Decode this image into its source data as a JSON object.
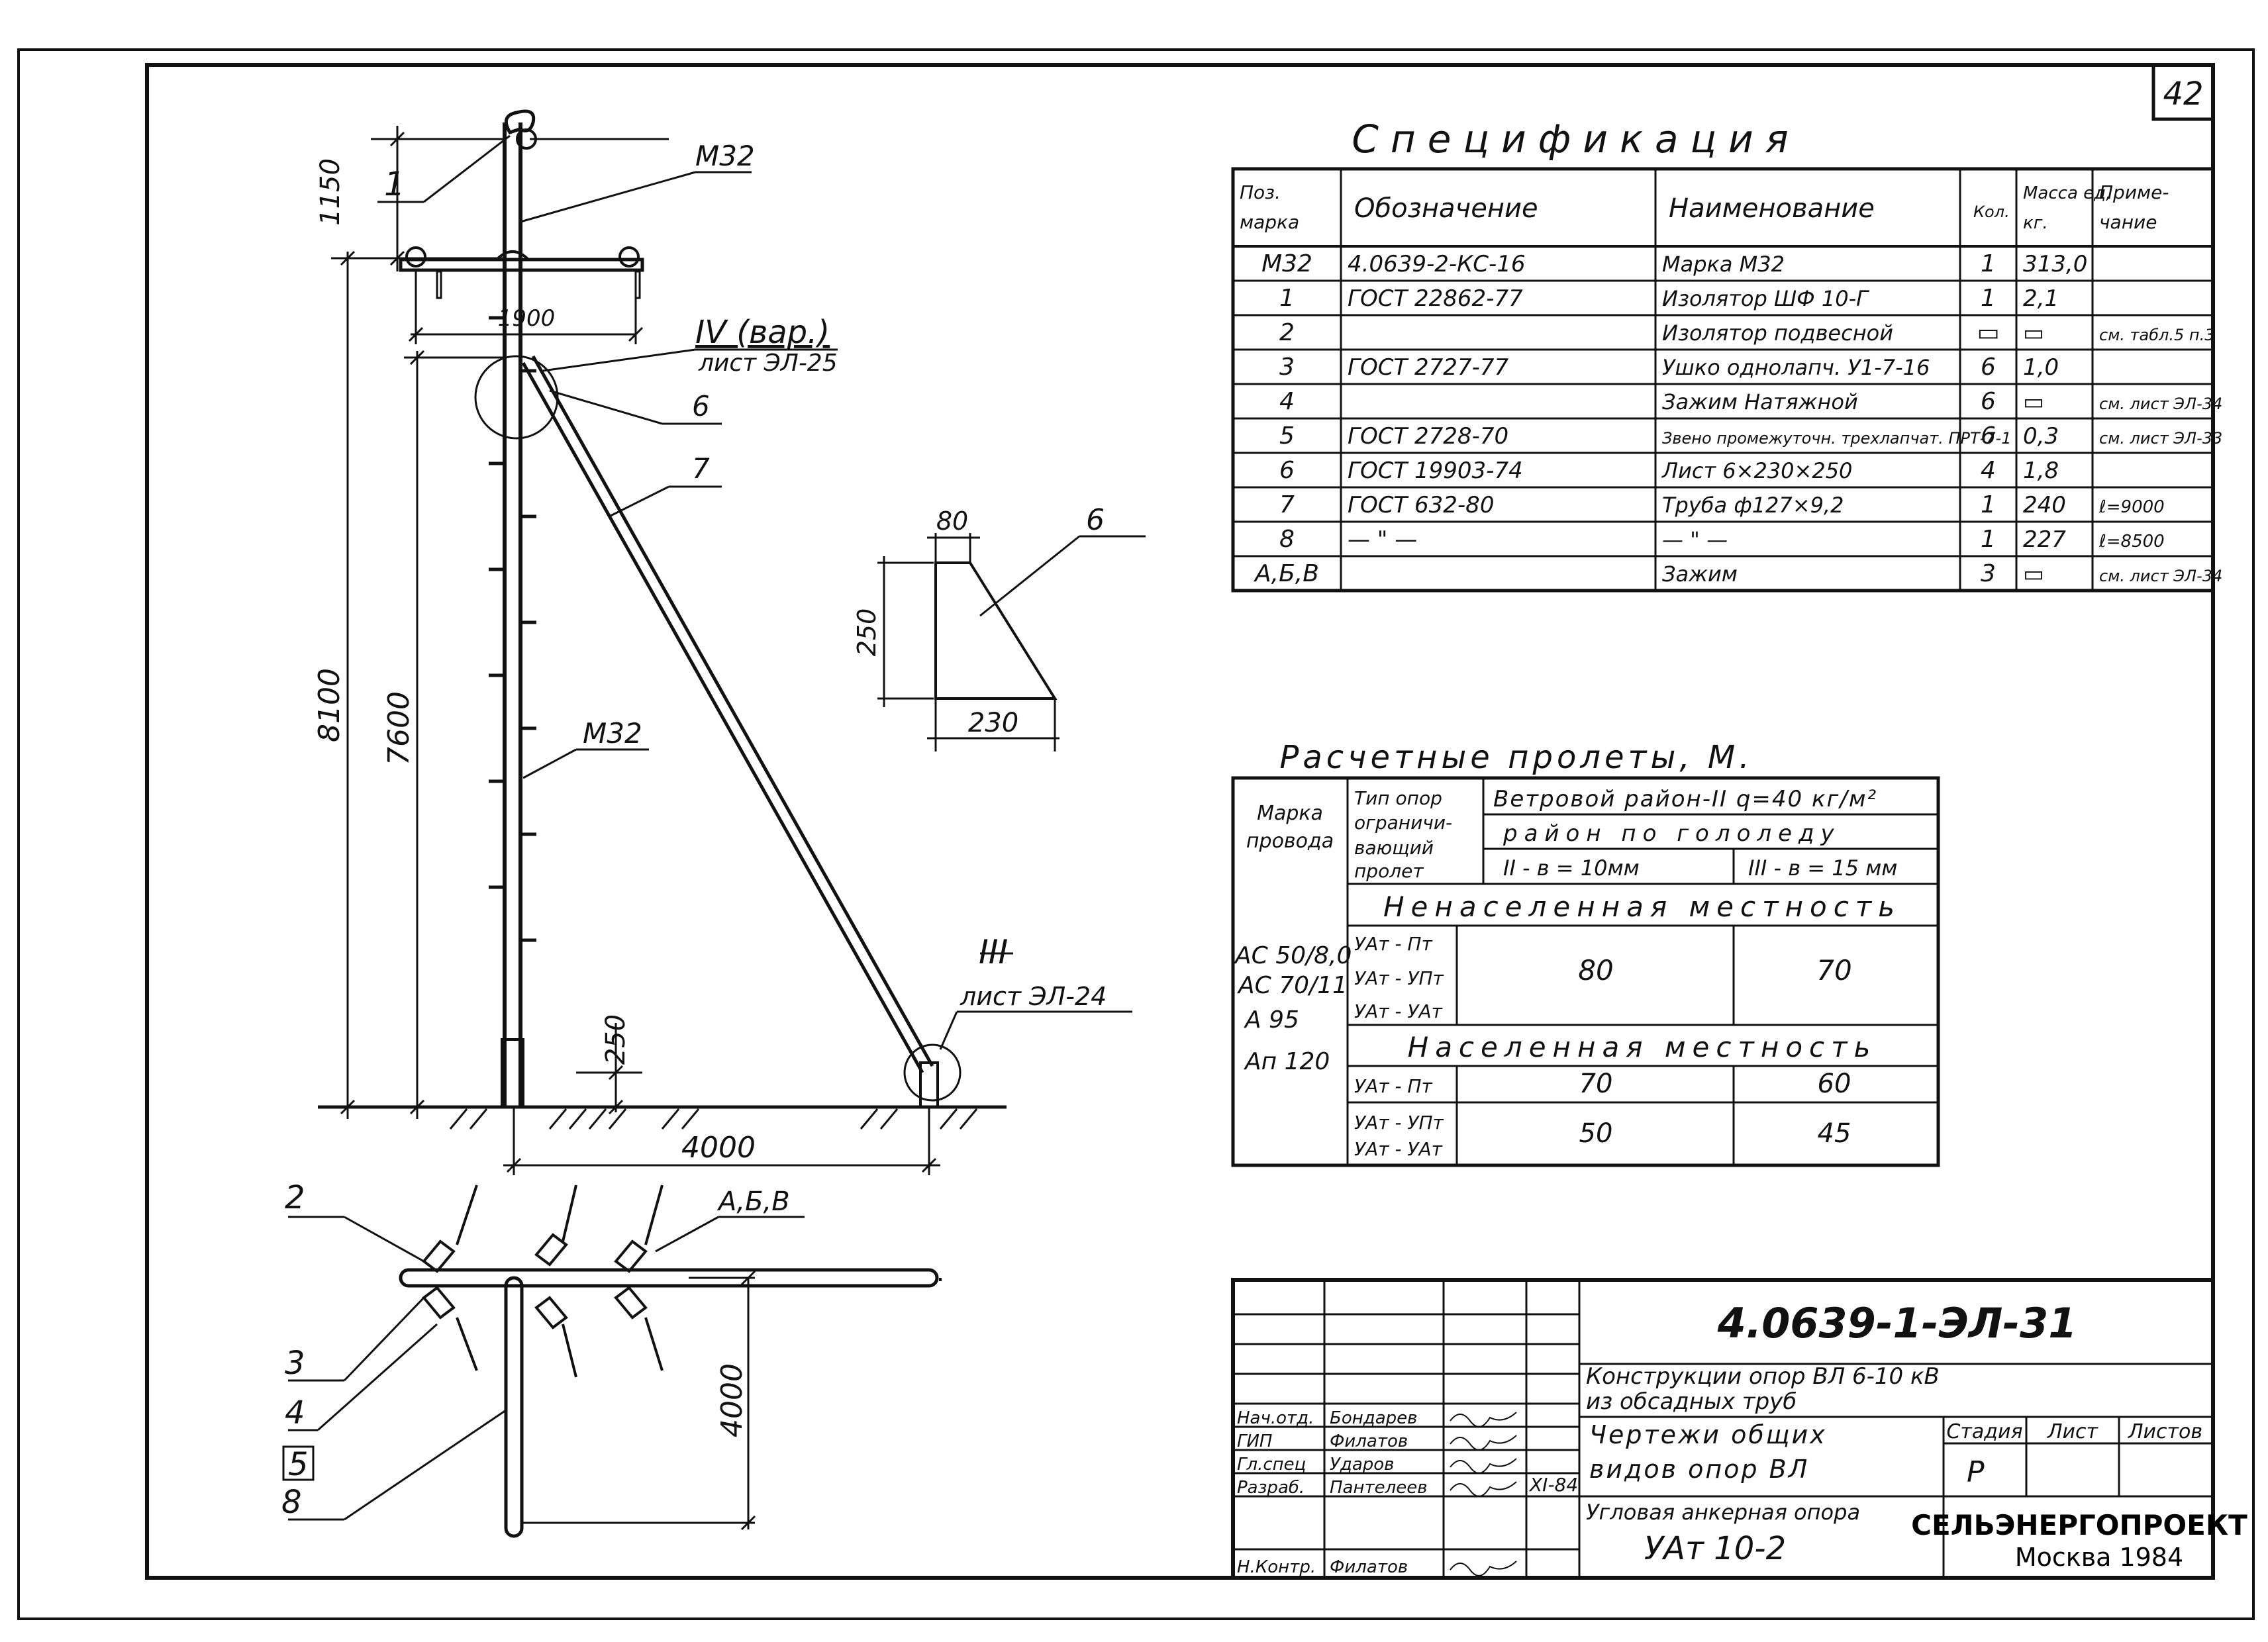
{
  "sheet": {
    "number": "42"
  },
  "specification": {
    "title": "Спецификация",
    "headers": [
      "Поз. марка",
      "Обозначение",
      "Наименование",
      "Кол.",
      "Масса ед, кг.",
      "Приме- чание"
    ],
    "rows": [
      [
        "М32",
        "4.0639-2-КС-16",
        "Марка М32",
        "1",
        "313,0",
        ""
      ],
      [
        "1",
        "ГОСТ 22862-77",
        "Изолятор ШФ 10-Г",
        "1",
        "2,1",
        ""
      ],
      [
        "2",
        "",
        "Изолятор подвесной",
        "▭",
        "▭",
        "см. табл.5 п.3"
      ],
      [
        "3",
        "ГОСТ 2727-77",
        "Ушко однолапч. У1-7-16",
        "6",
        "1,0",
        ""
      ],
      [
        "4",
        "",
        "Зажим Натяжной",
        "6",
        "▭",
        "см. лист ЭЛ-34"
      ],
      [
        "5",
        "ГОСТ 2728-70",
        "Звено промежуточн. трехлапчат. ПРТ-7-1",
        "6",
        "0,3",
        "см. лист ЭЛ-33"
      ],
      [
        "6",
        "ГОСТ 19903-74",
        "Лист 6×230×250",
        "4",
        "1,8",
        ""
      ],
      [
        "7",
        "ГОСТ 632-80",
        "Труба ф127×9,2",
        "1",
        "240",
        "ℓ=9000"
      ],
      [
        "8",
        "— \" —",
        "— \" —",
        "1",
        "227",
        "ℓ=8500"
      ],
      [
        "А,Б,В",
        "",
        "Зажим",
        "3",
        "▭",
        "см. лист ЭЛ-34"
      ]
    ]
  },
  "spans": {
    "title": "Расчетные пролеты, М.",
    "h_mark": "Марка провода",
    "h_type": "Тип опор ограничи- вающий пролет",
    "h_wind": "Ветровой район-II q=40 кг/м²",
    "h_ice": "район по гололеду",
    "h_ice2": "II - в = 10мм",
    "h_ice3": "III - в = 15 мм",
    "sect1": "Ненаселенная местность",
    "sect2": "Населенная местность",
    "wires": [
      "АС 50/8,0",
      "АС 70/11",
      "А 95",
      "Ап 120"
    ],
    "s1_types": [
      "УАт - Пт",
      "УАт - УПт",
      "УАт - УАт"
    ],
    "s1_vals": [
      "80",
      "70"
    ],
    "s2_row1_type": "УАт - Пт",
    "s2_row1_vals": [
      "70",
      "60"
    ],
    "s2_row2_types": [
      "УАт - УПт",
      "УАт - УАт"
    ],
    "s2_row2_vals": [
      "50",
      "45"
    ]
  },
  "drawing": {
    "dims": [
      "1150",
      "1900",
      "8100",
      "7600",
      "250",
      "4000",
      "4000",
      "80",
      "250",
      "230"
    ],
    "marks": [
      "1",
      "М32",
      "М32",
      "6",
      "7",
      "2",
      "3",
      "4",
      "5",
      "8",
      "А,Б,В",
      "6"
    ],
    "node4": "IV (вар.)",
    "node4_ref": "лист ЭЛ-25",
    "node3": "III",
    "node3_ref": "лист ЭЛ-24"
  },
  "titleblock": {
    "code": "4.0639-1-ЭЛ-31",
    "project": "Конструкции опор ВЛ 6-10 кВ из обсадных труб",
    "sheet_name": "Чертежи общих видов опор ВЛ",
    "support": "Угловая анкерная опора",
    "support_code": "УАт 10-2",
    "stage_h": "Стадия",
    "sheet_h": "Лист",
    "sheets_h": "Листов",
    "stage": "Р",
    "org": "СЕЛЬЭНЕРГОПРОЕКТ",
    "city": "Москва 1984",
    "date": "XI-84",
    "staff": [
      {
        "role": "Нач.отд.",
        "name": "Бондарев"
      },
      {
        "role": "ГИП",
        "name": "Филатов"
      },
      {
        "role": "Гл.спец",
        "name": "Ударов"
      },
      {
        "role": "Разраб.",
        "name": "Пантелеев"
      },
      {
        "role": "Н.Контр.",
        "name": "Филатов"
      }
    ]
  }
}
